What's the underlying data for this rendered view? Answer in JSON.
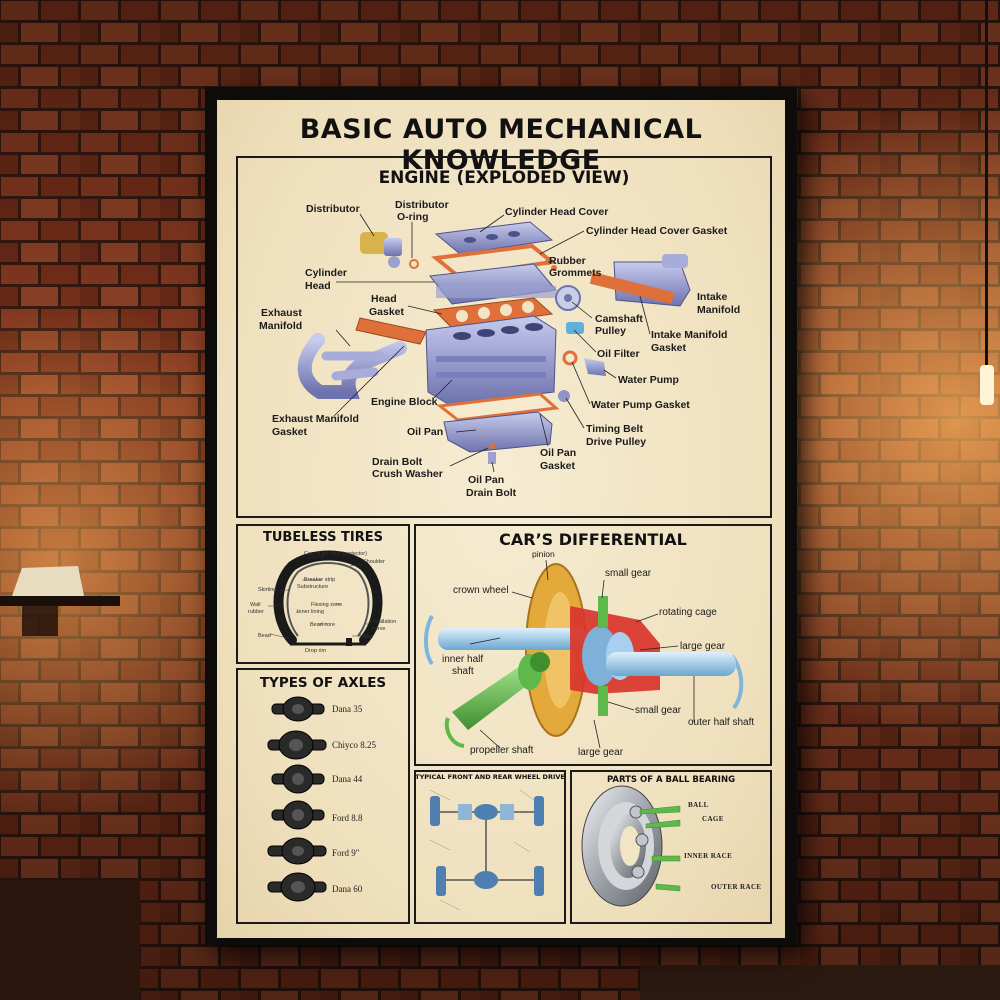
{
  "poster": {
    "title": "BASIC AUTO MECHANICAL KNOWLEDGE",
    "engine": {
      "heading": "ENGINE (EXPLODED VIEW)",
      "labels": {
        "distributor": "Distributor",
        "distributor_oring_1": "Distributor",
        "distributor_oring_2": "O-ring",
        "cylinder_head_cover": "Cylinder Head Cover",
        "cylinder_head_cover_gasket": "Cylinder Head Cover Gasket",
        "rubber_grommets_1": "Rubber",
        "rubber_grommets_2": "Grommets",
        "cylinder_head_1": "Cylinder",
        "cylinder_head_2": "Head",
        "intake_manifold_1": "Intake",
        "intake_manifold_2": "Manifold",
        "head_gasket_1": "Head",
        "head_gasket_2": "Gasket",
        "exhaust_manifold_1": "Exhaust",
        "exhaust_manifold_2": "Manifold",
        "camshaft_pulley_1": "Camshaft",
        "camshaft_pulley_2": "Pulley",
        "intake_manifold_gasket_1": "Intake Manifold",
        "intake_manifold_gasket_2": "Gasket",
        "oil_filter": "Oil Filter",
        "water_pump": "Water Pump",
        "engine_block": "Engine Block",
        "water_pump_gasket": "Water Pump Gasket",
        "exhaust_manifold_gasket_1": "Exhaust Manifold",
        "exhaust_manifold_gasket_2": "Gasket",
        "oil_pan": "Oil Pan",
        "timing_belt_1": "Timing Belt",
        "timing_belt_2": "Drive Pulley",
        "oil_pan_gasket_1": "Oil Pan",
        "oil_pan_gasket_2": "Gasket",
        "drain_bolt_washer_1": "Drain Bolt",
        "drain_bolt_washer_2": "Crush Washer",
        "oil_pan_drain_bolt_1": "Oil Pan",
        "oil_pan_drain_bolt_2": "Drain Bolt"
      }
    },
    "tires": {
      "heading": "TUBELESS TIRES",
      "labels": {
        "cap": "Cap of the tyre (protector)",
        "shoulder": "Shoulder",
        "breaker": "Breaker strip",
        "substructure": "Substructure",
        "skirting": "Skirting",
        "wall_1": "Wall",
        "wall_2": "rubber",
        "flexing": "Flexing zone",
        "inner": "Inner lining",
        "bead_core": "Bead core",
        "installation_1": "Installation",
        "installation_2": "curve",
        "bead": "Bead",
        "valve": "Valve",
        "drop_rim": "Drop rim"
      }
    },
    "axles": {
      "heading": "TYPES OF AXLES",
      "items": [
        "Dana 35",
        "Chiyco 8.25",
        "Dana 44",
        "Ford 8.8",
        "Ford 9\"",
        "Dana 60"
      ]
    },
    "differential": {
      "heading": "CAR’S DIFFERENTIAL",
      "labels": {
        "pinion": "pinion",
        "small_gear_top": "small gear",
        "crown_wheel": "crown wheel",
        "rotating_cage": "rotating cage",
        "large_gear_right": "large gear",
        "inner_half_1": "inner half",
        "inner_half_2": "shaft",
        "small_gear_bottom": "small gear",
        "outer_half": "outer  half shaft",
        "propeller": "propeller shaft",
        "large_gear_bottom": "large gear"
      }
    },
    "wheel_drive": {
      "heading": "TYPICAL FRONT AND REAR WHEEL DRIVE"
    },
    "bearing": {
      "heading": "PARTS OF A BALL BEARING",
      "labels": {
        "ball": "BALL",
        "cage": "CAGE",
        "inner": "INNER RACE",
        "outer": "OUTER RACE"
      }
    }
  },
  "colors": {
    "paper": "#f2e5c6",
    "ink": "#111111",
    "engine_metal": "#8e93c9",
    "gasket": "#e0703a",
    "diff_gold": "#e3a93a",
    "diff_green": "#5fb84a",
    "diff_blue": "#8fc4e4",
    "diff_red": "#d9342b"
  }
}
